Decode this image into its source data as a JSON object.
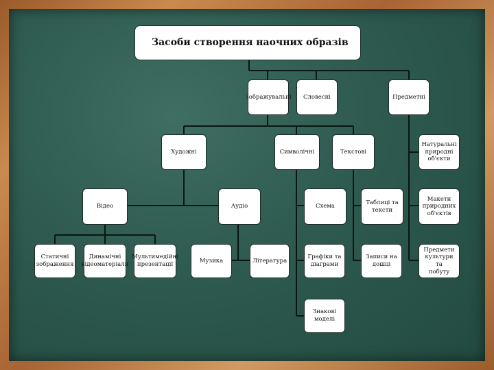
{
  "root": "Засоби створення наочних образів",
  "nodes": {
    "zobrazhuvalni": "Зображувальні",
    "slovesni": "Словесні",
    "predmetni": "Предметні",
    "khudozhni": "Художні",
    "symvolichni": "Символічні",
    "tekstovi": "Текстові",
    "naturalni": "Натуральні\nприродні\nоб'єкти",
    "video": "Відео",
    "audio": "Аудіо",
    "skhema": "Схема",
    "tablytsi": "Таблиці та\nтексти",
    "makety": "Макети\nприродних\nоб'єктів",
    "statychni": "Статичні\nзображення",
    "dynamichni": "Динамічні\nвідеоматеріали",
    "multymediini": "Мультимедійні\nпрезентації",
    "muzyka": "Музика",
    "literatura": "Література",
    "hrafiky": "Графіки та\nдіаграми",
    "zapysy": "Записи на\nдошці",
    "predmety": "Предмети\nкультури та\nпобуту",
    "znakovi": "Знакові моделі"
  },
  "colors": {
    "board": "#2e5a4f",
    "frame": "#b87840",
    "node_fill": "#ffffff",
    "line": "#0b1512"
  }
}
